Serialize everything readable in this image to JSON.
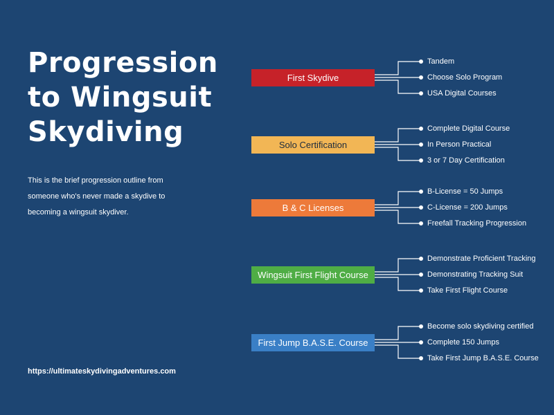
{
  "title_lines": [
    "Progression",
    "to Wingsuit",
    "Skydiving"
  ],
  "description_lines": [
    "This is the brief progression outline from",
    "someone who's never made a skydive to",
    "becoming a wingsuit skydiver."
  ],
  "website": "https://ultimateskydivingadventures.com",
  "colors": {
    "background": "#1d4572",
    "connector": "#ffffff"
  },
  "stages": [
    {
      "label": "First Skydive",
      "color": "#c62229",
      "items": [
        "Tandem",
        "Choose Solo Program",
        "USA Digital Courses"
      ]
    },
    {
      "label": "Solo Certification",
      "color": "#f2b655",
      "items": [
        "Complete Digital Course",
        "In Person Practical",
        "3 or 7 Day Certification"
      ]
    },
    {
      "label": "B & C Licenses",
      "color": "#ed7a3a",
      "items": [
        "B-License = 50 Jumps",
        "C-License = 200 Jumps",
        "Freefall Tracking Progression"
      ]
    },
    {
      "label": "Wingsuit First Flight Course",
      "color": "#4fad45",
      "items": [
        "Demonstrate Proficient Tracking",
        "Demonstrating Tracking Suit",
        "Take First Flight Course"
      ]
    },
    {
      "label": "First Jump B.A.S.E. Course",
      "color": "#3a7fc6",
      "items": [
        "Become solo skydiving certified",
        "Complete 150 Jumps",
        "Take First Jump B.A.S.E. Course"
      ]
    }
  ]
}
